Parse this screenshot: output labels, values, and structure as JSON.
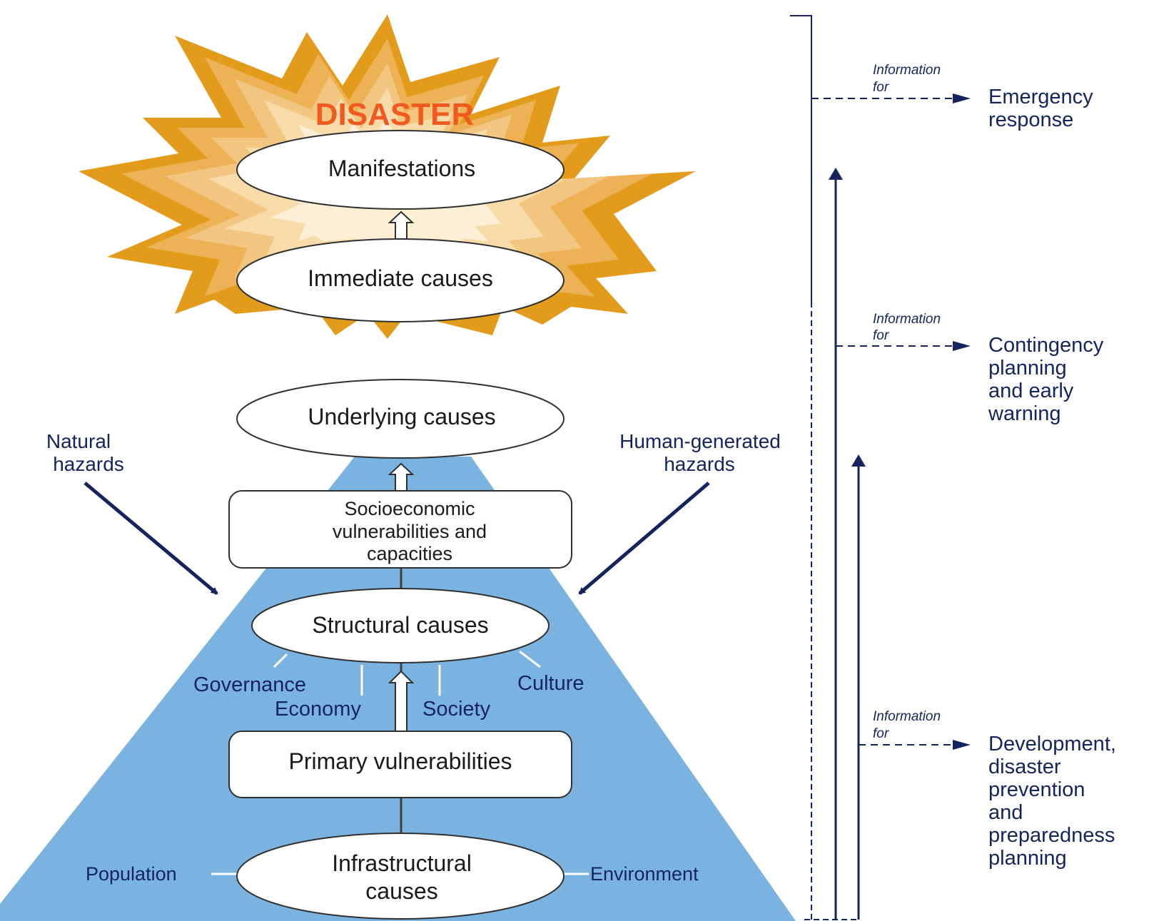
{
  "diagram": {
    "title": "DISASTER",
    "nodes": {
      "manifestations": "Manifestations",
      "immediate_causes": "Immediate causes",
      "underlying_causes": "Underlying causes",
      "socioeconomic_l1": "Socioeconomic",
      "socioeconomic_l2": "vulnerabilities and",
      "socioeconomic_l3": "capacities",
      "structural_causes": "Structural causes",
      "primary_vulnerabilities": "Primary vulnerabilities",
      "infrastructural_l1": "Infrastructural",
      "infrastructural_l2": "causes"
    },
    "hazards": {
      "natural_l1": "Natural",
      "natural_l2": "hazards",
      "human_l1": "Human-generated",
      "human_l2": "hazards"
    },
    "structural_factors": {
      "governance": "Governance",
      "economy": "Economy",
      "society": "Society",
      "culture": "Culture"
    },
    "infrastructural_factors": {
      "population": "Population",
      "environment": "Environment"
    },
    "information_label_l1": "Information",
    "information_label_l2": "for",
    "outputs": {
      "emergency_l1": "Emergency",
      "emergency_l2": "response",
      "contingency_l1": "Contingency",
      "contingency_l2": "planning",
      "contingency_l3": "and early",
      "contingency_l4": "warning",
      "development_l1": "Development,",
      "development_l2": "disaster",
      "development_l3": "prevention",
      "development_l4": "and",
      "development_l5": "preparedness",
      "development_l6": "planning"
    },
    "colors": {
      "pyramid": "#7ab3e0",
      "navy": "#14245c",
      "burst_outer": "#e39b1c",
      "title": "#f05a1e"
    }
  }
}
